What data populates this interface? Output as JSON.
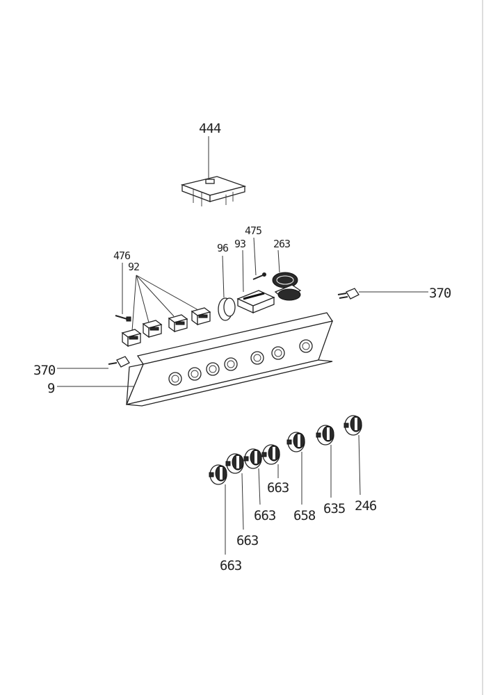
{
  "labels": {
    "l444": "444",
    "l475": "475",
    "l96": "96",
    "l93": "93",
    "l263": "263",
    "l476": "476",
    "l92": "92",
    "l370_right": "370",
    "l370_left": "370",
    "l9": "9",
    "l663_a": "663",
    "l663_b": "663",
    "l658": "658",
    "l635": "635",
    "l246": "246",
    "l663_c": "663",
    "l663_d": "663"
  }
}
